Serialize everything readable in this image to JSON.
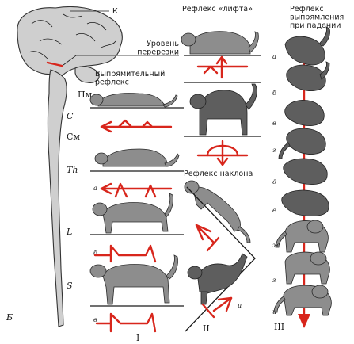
{
  "labels": {
    "cortex": "К",
    "cut_level": "Уровень\nперерезки",
    "medulla": "Пм",
    "cervical": "С",
    "midbrain": "См",
    "thoracic": "Th",
    "lumbar": "L",
    "sacral": "S",
    "panel_b": "Б",
    "righting_reflex": "Выпрямительный\nрефлекс",
    "lift_reflex": "Рефлекс «лифта»",
    "tilt_reflex": "Рефлекс наклона",
    "fall_righting_reflex": "Рефлекс\nвыпрямления\nпри падении",
    "column_1": "I",
    "column_2": "II",
    "column_3": "III"
  },
  "letters": [
    "а",
    "б",
    "в",
    "г",
    "д",
    "е",
    "ж",
    "з",
    "и"
  ],
  "colors": {
    "arrow": "#d8261c",
    "cat": "#8d8d8d",
    "brain": "#cfcfcf"
  }
}
